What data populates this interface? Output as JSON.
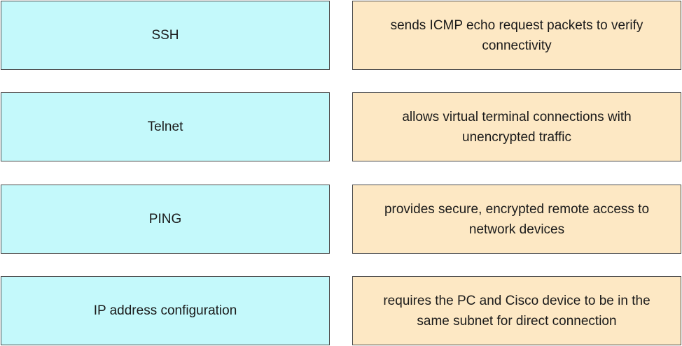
{
  "terms": [
    "SSH",
    "Telnet",
    "PING",
    "IP address configuration"
  ],
  "descriptions": [
    "sends ICMP echo request packets to verify connectivity",
    "allows virtual terminal connections with unencrypted traffic",
    "provides secure, encrypted remote access to network devices",
    "requires the PC and Cisco device to be in the same subnet for direct connection"
  ],
  "colors": {
    "term_fill": "#c4f9fb",
    "description_fill": "#fde8c4",
    "border": "#4a4a4a"
  }
}
